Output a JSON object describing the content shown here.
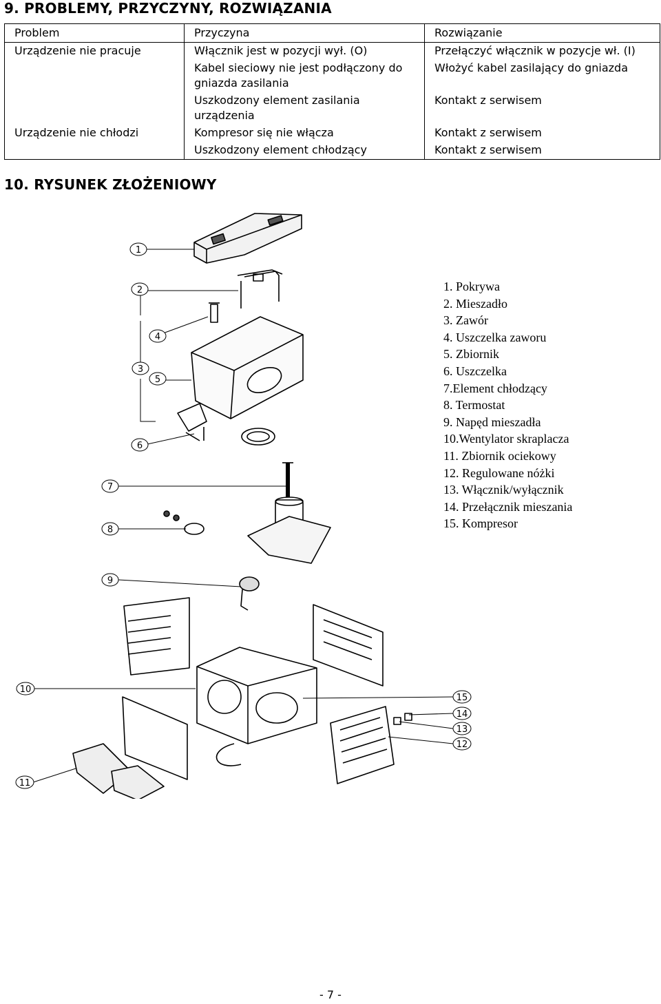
{
  "section9": {
    "title": "9.  PROBLEMY, PRZYCZYNY, ROZWIĄZANIA"
  },
  "table": {
    "headers": [
      "Problem",
      "Przyczyna",
      "Rozwiązanie"
    ],
    "rows": [
      [
        "Urządzenie nie pracuje",
        "Włącznik jest w pozycji wył. (O)",
        "Przełączyć włącznik w pozycje wł. (I)"
      ],
      [
        "",
        "Kabel sieciowy nie jest podłączony do gniazda zasilania",
        "Włożyć kabel zasilający do gniazda"
      ],
      [
        "",
        "Uszkodzony element zasilania urządzenia",
        "Kontakt z serwisem"
      ],
      [
        "Urządzenie nie chłodzi",
        "Kompresor się nie włącza",
        "Kontakt z serwisem"
      ],
      [
        "",
        "Uszkodzony element chłodzący",
        "Kontakt z serwisem"
      ]
    ]
  },
  "section10": {
    "title": "10.  RYSUNEK ZŁOŻENIOWY"
  },
  "legend": [
    "1. Pokrywa",
    "2. Mieszadło",
    "3. Zawór",
    "4. Uszczelka zaworu",
    "5. Zbiornik",
    "6. Uszczelka",
    "7.Element chłodzący",
    "8. Termostat",
    "9. Napęd mieszadła",
    "10.Wentylator skraplacza",
    "11. Zbiornik ociekowy",
    "12. Regulowane nóżki",
    "13. Włącznik/wyłącznik",
    "14. Przełącznik mieszania",
    "15. Kompresor"
  ],
  "callouts": [
    "1",
    "2",
    "3",
    "4",
    "5",
    "6",
    "7",
    "8",
    "9",
    "10",
    "11",
    "12",
    "13",
    "14",
    "15"
  ],
  "footer": "- 7 -"
}
